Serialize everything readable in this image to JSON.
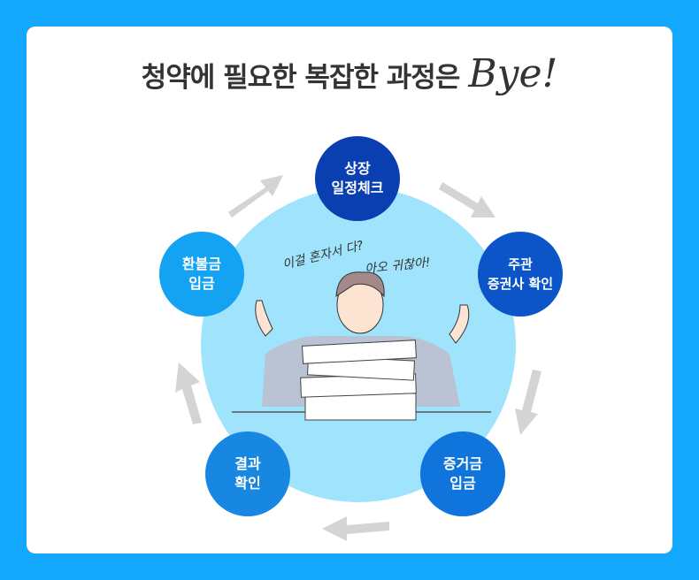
{
  "title": {
    "main": "청약에 필요한 복잡한 과정은",
    "bye": "Bye!"
  },
  "steps": [
    {
      "line1": "상장",
      "line2": "일정체크",
      "color": "#0a3fb2"
    },
    {
      "line1": "주관",
      "line2": "증권사 확인",
      "color": "#0b55c9"
    },
    {
      "line1": "증거금",
      "line2": "입금",
      "color": "#0f74dc"
    },
    {
      "line1": "결과",
      "line2": "확인",
      "color": "#1787e2"
    },
    {
      "line1": "환불금",
      "line2": "입금",
      "color": "#14a2f3"
    }
  ],
  "speech": {
    "a": "이걸 혼자서 다?",
    "b": "아오 귀찮아!"
  }
}
